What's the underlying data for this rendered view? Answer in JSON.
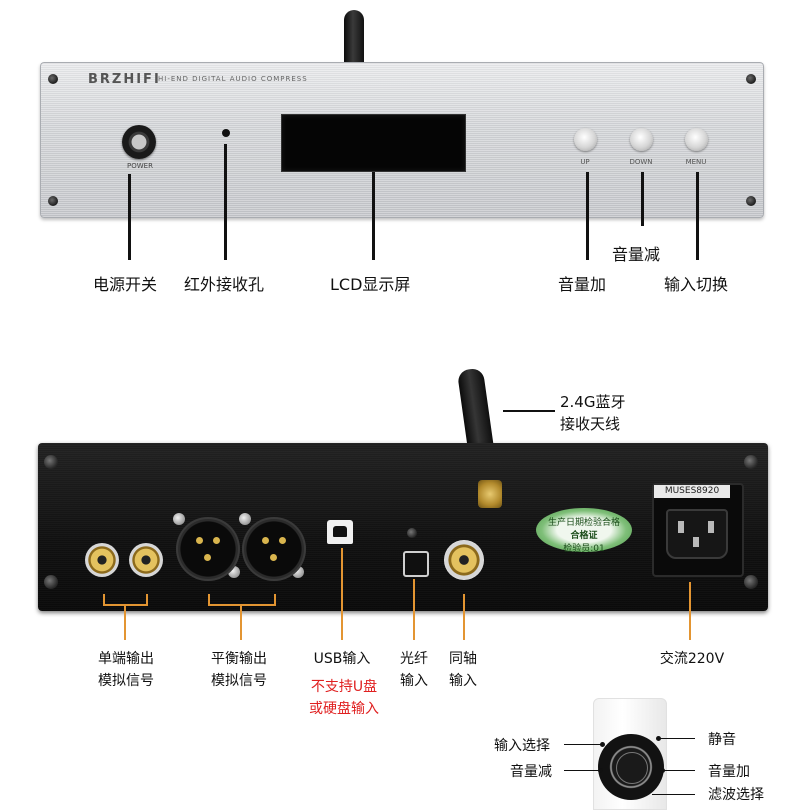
{
  "front_panel": {
    "brand": "BRZHIFI",
    "brand_subtitle": "HI-END DIGITAL AUDIO COMPRESS",
    "power_label": "POWER",
    "button_up": "UP",
    "button_down": "DOWN",
    "button_menu": "MENU"
  },
  "front_callouts": {
    "power_switch": "电源开关",
    "ir_receiver": "红外接收孔",
    "lcd_screen": "LCD显示屏",
    "volume_down": "音量减",
    "volume_up": "音量加",
    "input_switch": "输入切换"
  },
  "back_panel": {
    "ac_module_label": "MUSES8920",
    "sticker_line1": "生产日期检验合格",
    "sticker_line2": "合格证",
    "sticker_line3": "检验员:01"
  },
  "back_callouts": {
    "antenna_line1": "2.4G蓝牙",
    "antenna_line2": "接收天线",
    "single_ended_line1": "单端输出",
    "single_ended_line2": "模拟信号",
    "balanced_line1": "平衡输出",
    "balanced_line2": "模拟信号",
    "usb": "USB输入",
    "usb_note_line1": "不支持U盘",
    "usb_note_line2": "或硬盘输入",
    "optical_line1": "光纤",
    "optical_line2": "输入",
    "coax_line1": "同轴",
    "coax_line2": "输入",
    "ac_power": "交流220V"
  },
  "remote_callouts": {
    "input_select": "输入选择",
    "volume_down": "音量减",
    "mute": "静音",
    "volume_up": "音量加",
    "filter_select": "滤波选择"
  },
  "colors": {
    "callout_orange": "#e39532",
    "warning_red": "#e02020"
  }
}
